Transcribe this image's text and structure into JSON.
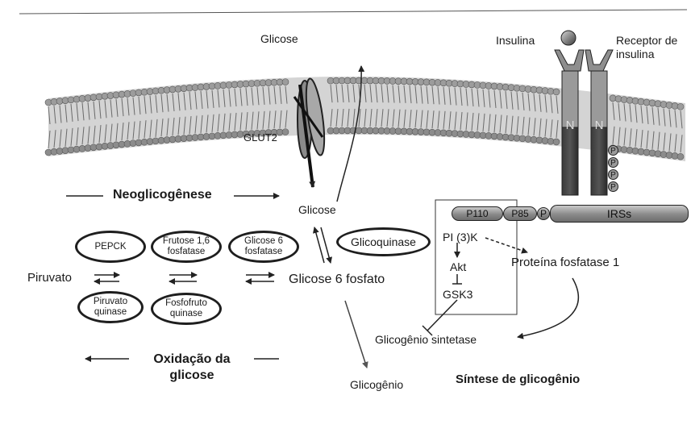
{
  "membrane": {
    "glucose_out": "Glicose",
    "glut2": "GLUT2",
    "insulin": "Insulina",
    "receptor": "Receptor de insulina"
  },
  "pathway": {
    "neoglicogenese": "Neoglicogênese",
    "glicose": "Glicose",
    "glicoquinase": "Glicoquinase",
    "glicose6p": "Glicose 6 fosfato",
    "piruvato": "Piruvato",
    "pepck": "PEPCK",
    "frutose16": "Frutose 1,6 fosfatase",
    "glicose6fosfatase": "Glicose 6 fosfatase",
    "piruvato_quinase": "Piruvato quinase",
    "fosfofruto_quinase": "Fosfofruto quinase",
    "oxidacao_line1": "Oxidação da",
    "oxidacao_line2": "glicose",
    "glicogenio": "Glicogênio"
  },
  "signaling": {
    "p110": "P110",
    "p85": "P85",
    "p": "P",
    "irss": "IRSs",
    "pi3k": "PI (3)K",
    "akt": "Akt",
    "gsk3": "GSK3",
    "pp1": "Proteína fosfatase 1",
    "glicogenio_sintetase": "Glicogênio sintetase",
    "sintese": "Síntese de glicogênio"
  }
}
